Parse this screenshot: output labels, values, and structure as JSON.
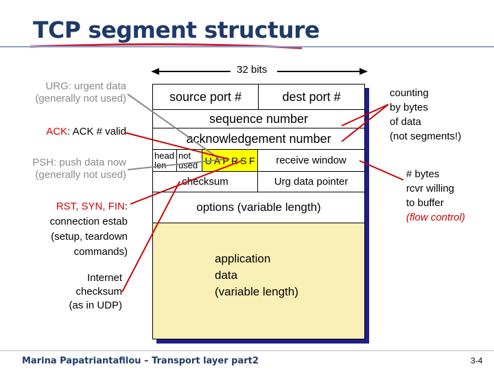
{
  "title": "TCP segment structure",
  "width_label": "32 bits",
  "left_labels": {
    "urg": [
      "URG: urgent data",
      "(generally not used)"
    ],
    "ack_prefix": "ACK",
    "ack_rest": ": ACK # valid",
    "psh": [
      "PSH: push data now",
      "(generally not used)"
    ],
    "rst_prefix": "RST, SYN, FIN",
    "rst_rest": ":",
    "rst_lines": [
      "connection estab",
      "(setup, teardown",
      "commands)"
    ],
    "internet": [
      "Internet",
      "checksum",
      "(as in UDP)"
    ]
  },
  "segment": {
    "source_port": "source port #",
    "dest_port": "dest port #",
    "sequence": "sequence number",
    "ack_number": "acknowledgement number",
    "head_len": [
      "head",
      "len"
    ],
    "not_used": [
      "not",
      "used"
    ],
    "flags": [
      "U",
      "A",
      "P",
      "R",
      "S",
      "F"
    ],
    "receive_window": "receive window",
    "checksum": "checksum",
    "urg_pointer": "Urg data pointer",
    "options": "options (variable length)",
    "app_data": [
      "application",
      "data",
      "(variable length)"
    ]
  },
  "right_labels": {
    "counting": [
      "counting",
      "by bytes",
      "of data",
      "(not segments!)"
    ],
    "bytes": [
      "# bytes",
      "rcvr willing",
      "to buffer"
    ],
    "flow": "(flow control)"
  },
  "footer": "Marina Papatriantafilou –  Transport layer part2",
  "page_number": "3-4",
  "colors": {
    "title": "#1f3a6a",
    "flag_yellow": "#ffff00",
    "data_area": "#fbefb8",
    "shadow": "#1e1e8c",
    "annotation": "#cc0000"
  }
}
